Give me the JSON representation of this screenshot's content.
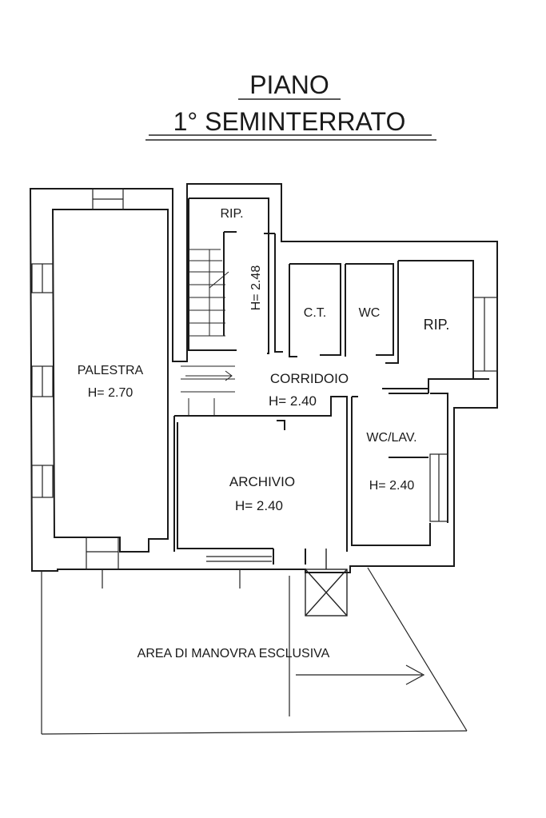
{
  "title": {
    "line1": "PIANO",
    "line2": "1° SEMINTERRATO"
  },
  "rooms": {
    "palestra": {
      "name": "PALESTRA",
      "height": "H= 2.70"
    },
    "rip_top": {
      "name": "RIP.",
      "height": "H= 2.48"
    },
    "ct": {
      "name": "C.T."
    },
    "wc": {
      "name": "WC"
    },
    "rip_right": {
      "name": "RIP."
    },
    "corridoio": {
      "name": "CORRIDOIO",
      "height": "H= 2.40"
    },
    "archivio": {
      "name": "ARCHIVIO",
      "height": "H= 2.40"
    },
    "wc_lav": {
      "name": "WC/LAV.",
      "height": "H= 2.40"
    }
  },
  "outdoor": {
    "label": "AREA DI MANOVRA ESCLUSIVA"
  }
}
